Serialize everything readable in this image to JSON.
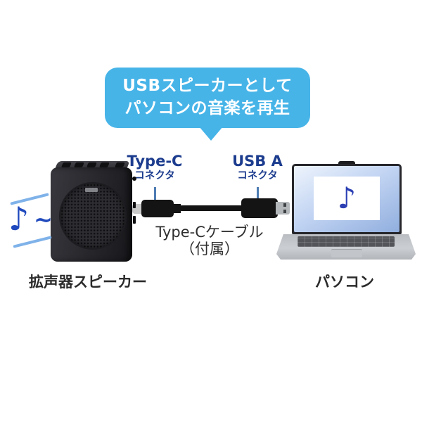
{
  "bubble": {
    "line1": "USBスピーカーとして",
    "line2": "パソコンの音楽を再生"
  },
  "connector_labels": {
    "typec": {
      "name": "Type-C",
      "sub": "コネクタ"
    },
    "usba": {
      "name": "USB A",
      "sub": "コネクタ"
    }
  },
  "cable": {
    "label": "Type-Cケーブル",
    "sublabel": "（付属）"
  },
  "captions": {
    "speaker": "拡声器スピーカー",
    "pc": "パソコン"
  },
  "icons": {
    "music_note": "♪",
    "laptop_music_note": "♪",
    "sound_wave": "∼"
  },
  "colors": {
    "bubble_bg": "#47b4e8",
    "bubble_text": "#ffffff",
    "connector_label": "#1c3c8e",
    "pointer_line": "#4d7cb3",
    "music_note_blue": "#1f49bd",
    "sound_line_blue": "#7fb2e9",
    "laptop_note_blue": "#2b3fb3",
    "cable_black": "#141414",
    "caption_text": "#2b2b2b"
  }
}
